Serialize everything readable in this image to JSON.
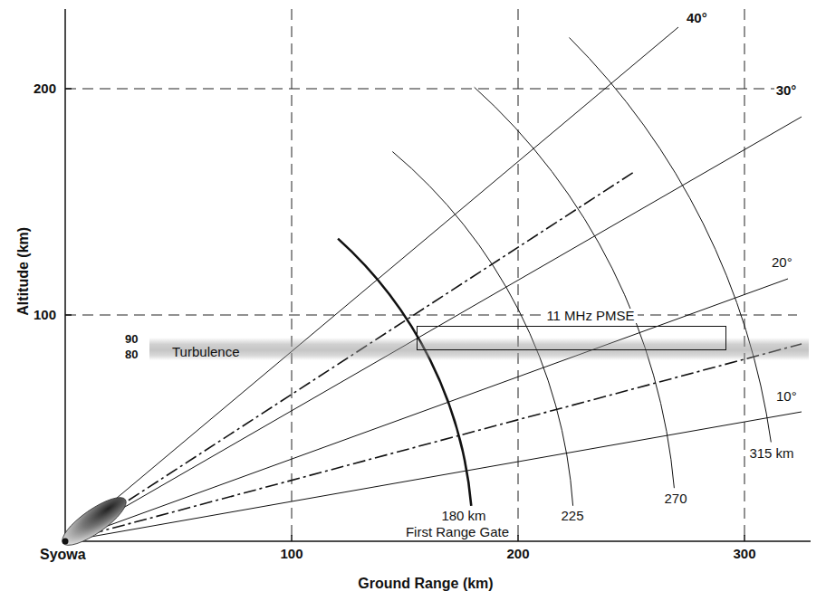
{
  "diagram": {
    "nodes": [
      {
        "text": [
          "Turbulence"
        ]
      },
      {
        "text": [
          "11 MHz PMSE"
        ]
      }
    ],
    "labels": [
      "200",
      "100",
      "Altitude (km)",
      "90",
      "80",
      "100",
      "200",
      "300",
      "Ground Range (km)",
      "Syowa",
      "40°",
      "30°",
      "20°",
      "10°",
      "180 km",
      "First Range Gate",
      "225",
      "270",
      "315 km"
    ]
  }
}
